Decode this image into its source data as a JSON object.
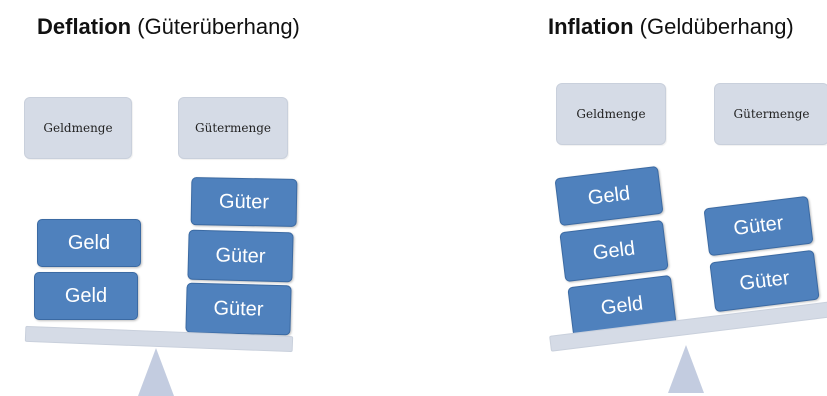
{
  "deflation": {
    "title_bold": "Deflation",
    "title_rest": " (Güterüberhang)",
    "label_money": "Geldmenge",
    "label_goods": "Gütermenge",
    "money_blocks": [
      "Geld",
      "Geld"
    ],
    "goods_blocks": [
      "Güter",
      "Güter",
      "Güter"
    ]
  },
  "inflation": {
    "title_bold": "Inflation",
    "title_rest": " (Geldüberhang)",
    "label_money": "Geldmenge",
    "label_goods": "Gütermenge",
    "money_blocks": [
      "Geld",
      "Geld",
      "Geld"
    ],
    "goods_blocks": [
      "Güter",
      "Güter"
    ]
  },
  "colors": {
    "block_fill": "#4f81bd",
    "label_fill": "#d5dbe6",
    "beam_fill": "#d5dbe6",
    "fulcrum_fill": "#c3cce0"
  }
}
